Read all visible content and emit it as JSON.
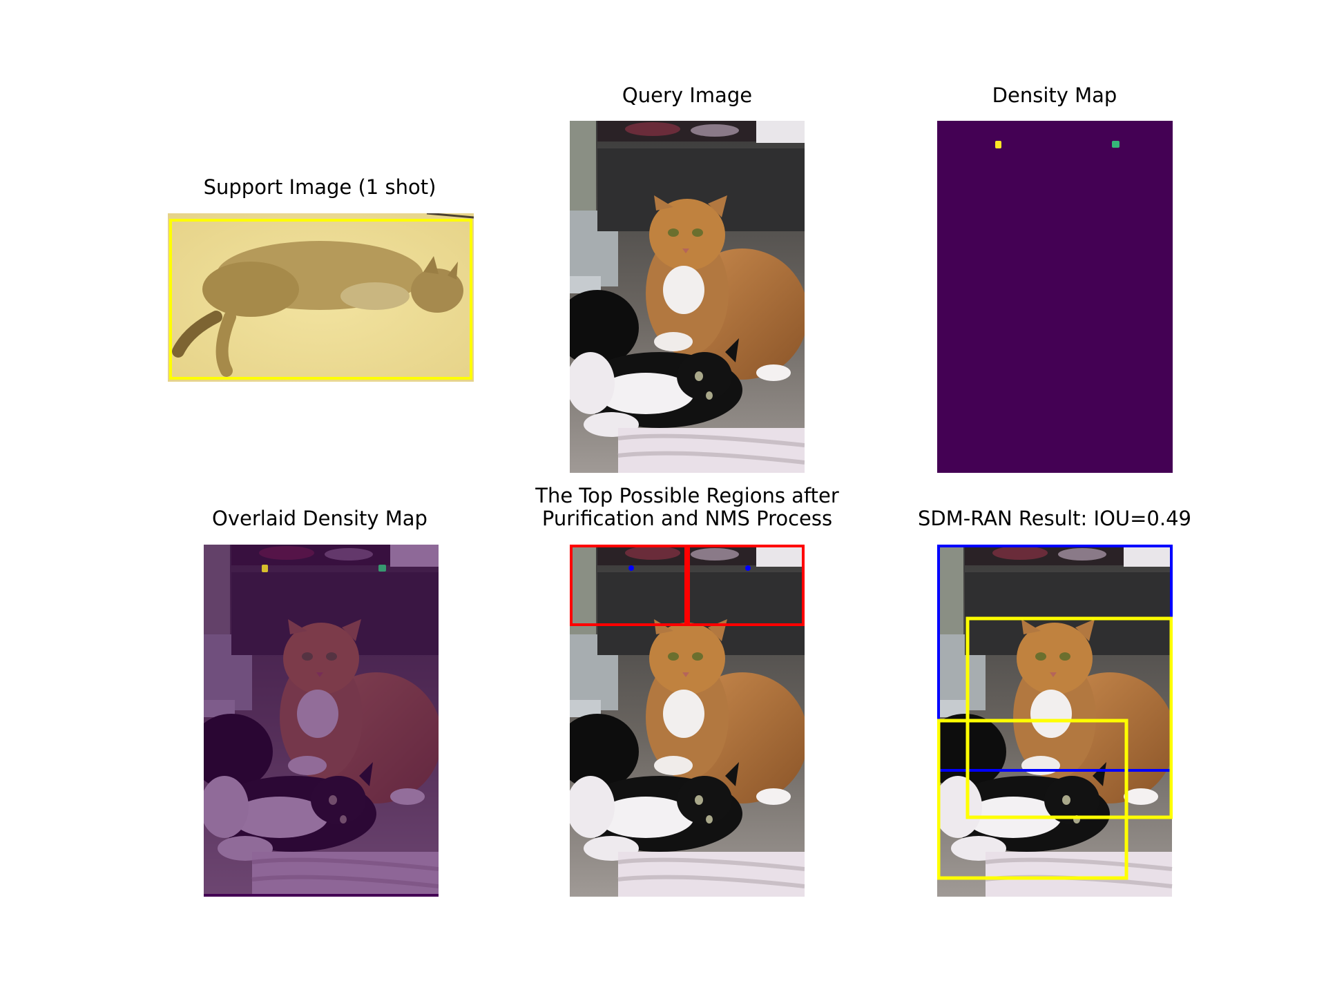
{
  "figure": {
    "panels": [
      {
        "id": "support",
        "title": "Support Image (1 shot)"
      },
      {
        "id": "query",
        "title": "Query Image"
      },
      {
        "id": "density",
        "title": "Density Map"
      },
      {
        "id": "overlaid",
        "title": "Overlaid Density Map"
      },
      {
        "id": "regions",
        "title_line1": "The Top Possible Regions after",
        "title_line2": "Purification and NMS Process"
      },
      {
        "id": "result",
        "title": "SDM-RAN Result: IOU=0.49"
      }
    ]
  },
  "colors": {
    "density_background": "#440154",
    "density_peak_a": "#fde725",
    "density_peak_b": "#35b779",
    "support_box": "#ffff00",
    "region_box": "#ff0000",
    "region_point": "#0000ff",
    "gt_box": "#0000ff",
    "pred_box": "#ffff00"
  }
}
